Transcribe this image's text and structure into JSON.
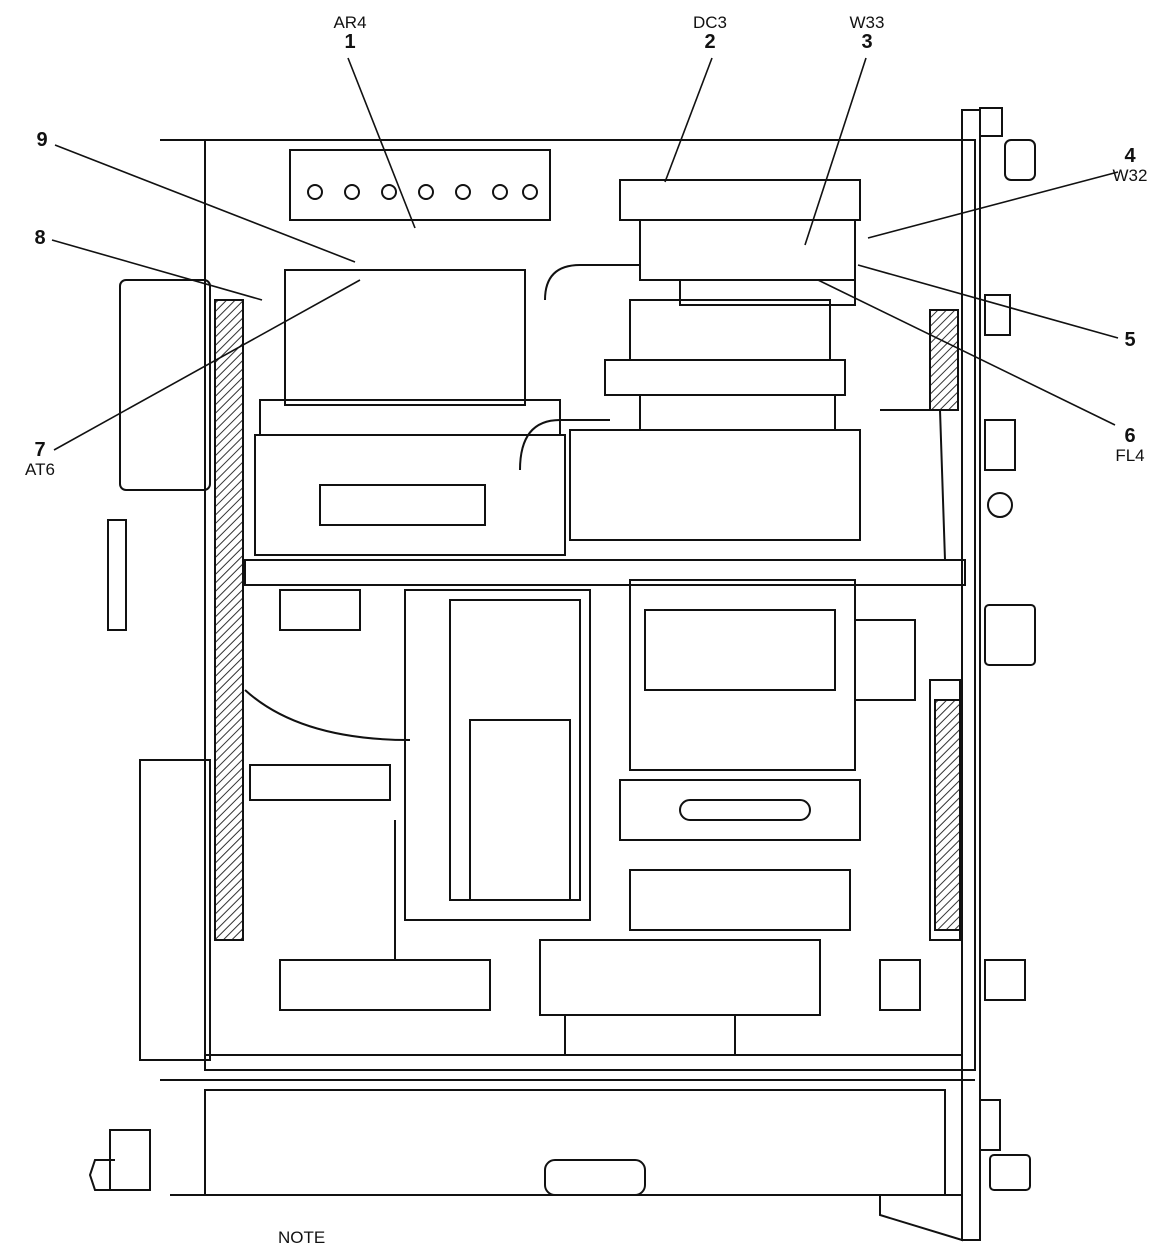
{
  "callouts": [
    {
      "num": "1",
      "ref": "AR4"
    },
    {
      "num": "2",
      "ref": "DC3"
    },
    {
      "num": "3",
      "ref": "W33"
    },
    {
      "num": "4",
      "ref": "W32"
    },
    {
      "num": "5",
      "ref": ""
    },
    {
      "num": "6",
      "ref": "FL4"
    },
    {
      "num": "7",
      "ref": "AT6"
    },
    {
      "num": "8",
      "ref": ""
    },
    {
      "num": "9",
      "ref": ""
    }
  ],
  "note": "NOTE",
  "colors": {
    "ink": "#111111",
    "paper": "#ffffff",
    "hatch": "#444444"
  }
}
